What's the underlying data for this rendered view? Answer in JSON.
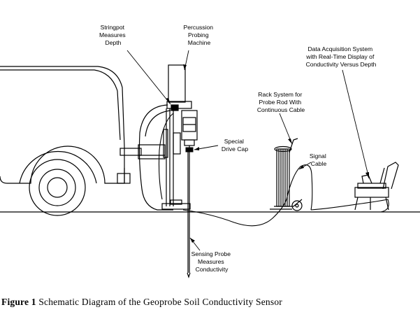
{
  "labels": {
    "stringpot": [
      "Stringpot",
      "Measures",
      "Depth"
    ],
    "percussion": [
      "Percussion",
      "Probing",
      "Machine"
    ],
    "data_acquisition": [
      "Data Acquisition System",
      "with Real-Time Display of",
      "Conductivity Versus Depth"
    ],
    "rack": [
      "Rack System for",
      "Probe Rod With",
      "Continuous Cable"
    ],
    "drive_cap": [
      "Special",
      "Drive Cap"
    ],
    "signal_cable": [
      "Signal",
      "Cable"
    ],
    "sensing_probe": [
      "Sensing Probe",
      "Measures",
      "Conductivity"
    ]
  },
  "caption": {
    "figure_label": "Figure 1",
    "text": "Schematic Diagram of the Geoprobe Soil Conductivity Sensor"
  },
  "colors": {
    "ink": "#000000",
    "background": "#ffffff"
  }
}
